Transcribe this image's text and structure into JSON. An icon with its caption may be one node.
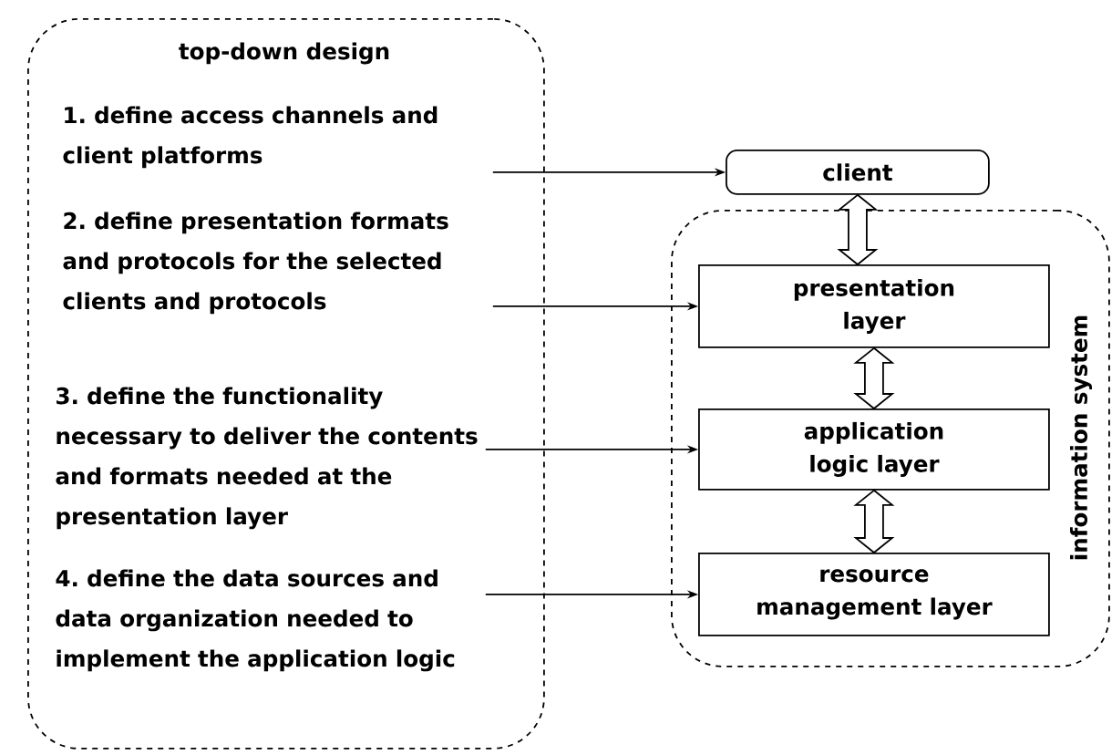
{
  "diagram": {
    "nodes": [
      {
        "text": [
          "top-down design"
        ]
      },
      {
        "text": [
          "1. define access channels and client platforms"
        ],
        "in": 0
      },
      {
        "text": [
          "2. define presentation formats and protocols for the selected clients and protocols"
        ],
        "in": 0
      },
      {
        "text": [
          "3. define the functionality necessary to deliver the contents and formats needed at the presentation layer"
        ],
        "in": 0
      },
      {
        "text": [
          "4. define the data sources and data organization needed to implement the application logic"
        ],
        "in": 0
      },
      {
        "text": [
          "client"
        ]
      },
      {
        "text": [
          "information system"
        ]
      },
      {
        "text": [
          "presentation layer"
        ],
        "in": 6
      },
      {
        "text": [
          "application logic layer"
        ],
        "in": 6
      },
      {
        "text": [
          "resource management layer"
        ],
        "in": 6
      }
    ],
    "edges": [
      {
        "from": 1,
        "to": 5,
        "arrow": "to"
      },
      {
        "from": 2,
        "to": 7,
        "arrow": "to"
      },
      {
        "from": 3,
        "to": 8,
        "arrow": "to"
      },
      {
        "from": 4,
        "to": 9,
        "arrow": "to"
      },
      {
        "from": 5,
        "to": 7,
        "arrow": "both",
        "style": "thick"
      },
      {
        "from": 7,
        "to": 8,
        "arrow": "both",
        "style": "thick"
      },
      {
        "from": 8,
        "to": 9,
        "arrow": "both",
        "style": "thick"
      }
    ]
  }
}
